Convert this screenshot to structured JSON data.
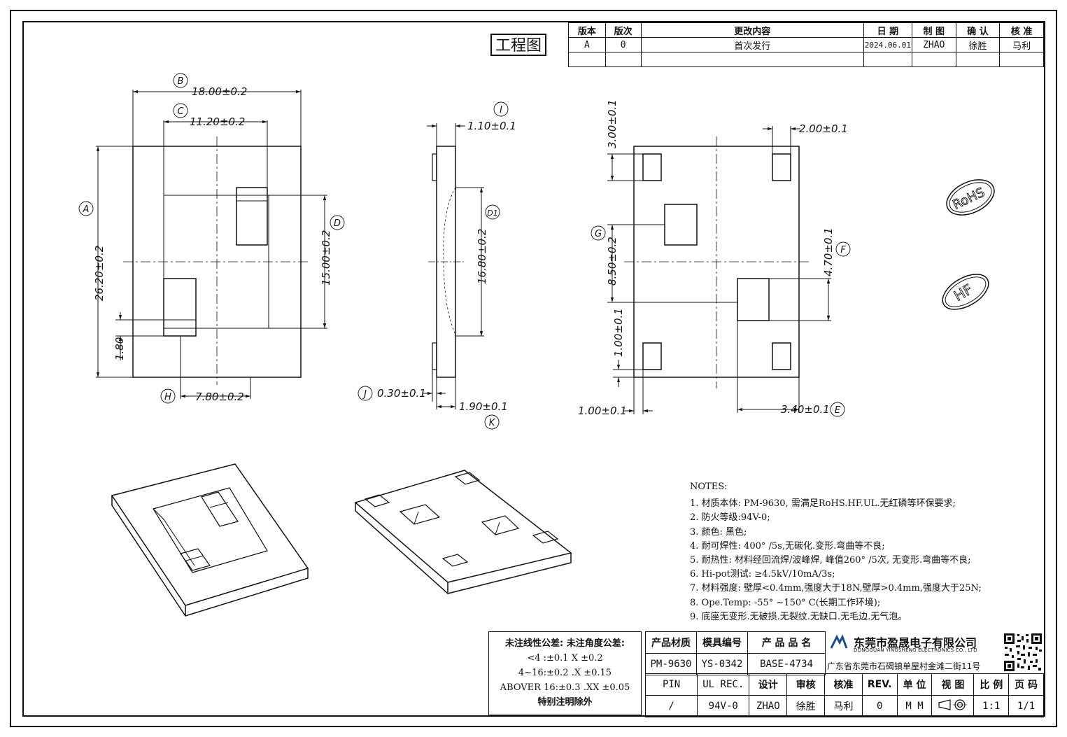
{
  "title": "工程图",
  "revision_table": {
    "headers": [
      "版本",
      "版次",
      "更改内容",
      "日 期",
      "制 图",
      "确 认",
      "核 准"
    ],
    "row": [
      "A",
      "0",
      "首次发行",
      "2024.06.01",
      "ZHAO",
      "徐胜",
      "马利"
    ]
  },
  "dimensions": {
    "B": "18.00±0.2",
    "C": "11.20±0.2",
    "A": "26.20±0.2",
    "D": "15.00±0.2",
    "H": "7.80±0.2",
    "h180": "1.80",
    "I": "1.10±0.1",
    "D1": "16.80±0.2",
    "J": "0.30±0.1",
    "K": "1.90±0.1",
    "top300": "3.00±0.1",
    "top200": "2.00±0.1",
    "G": "8.50±0.2",
    "F": "4.70±0.1",
    "v100": "1.00±0.1",
    "h100": "1.00±0.1",
    "E": "3.40±0.1"
  },
  "labels": {
    "A": "A",
    "B": "B",
    "C": "C",
    "D": "D",
    "D1": "D1",
    "E": "E",
    "F": "F",
    "G": "G",
    "H": "H",
    "I": "I",
    "J": "J",
    "K": "K"
  },
  "stamps": {
    "rohs": "RoHS",
    "hf": "HF"
  },
  "notes": {
    "heading": "NOTES:",
    "items": [
      "1. 材质本体: PM-9630, 需满足RoHS.HF.UL.无红磷等环保要求;",
      "2. 防火等级:94V-0;",
      "3. 颜色: 黑色;",
      "4. 耐可焊性: 400° /5s,无碳化.变形.弯曲等不良;",
      "5. 耐热性: 材料经回流焊/波峰焊, 峰值260° /5次, 无变形.弯曲等不良;",
      "6. Hi-pot测试: ≥4.5kV/10mA/3s;",
      "7. 材料强度: 壁厚<0.4mm,强度大于18N,壁厚>0.4mm,强度大于25N;",
      "8. Ope.Temp: -55° ~150° C(长期工作环境);",
      "9. 底座无变形.无破损.无裂纹.无缺口.无毛边.无气泡。"
    ]
  },
  "tolerance": {
    "line1": "未注线性公差: 未注角度公差:",
    "line2": "<4 :±0.1  X ±0.2",
    "line3": "4~16:±0.2  .X ±0.15",
    "line4": "ABOVER 16:±0.3  .XX ±0.05",
    "line5": "特别注明除外"
  },
  "title_block": {
    "row1": [
      "产品材质",
      "模具编号",
      "产 品 品 名"
    ],
    "row2": [
      "PM-9630",
      "YS-0342",
      "BASE-4734"
    ],
    "row3": [
      "PIN",
      "UL REC.",
      "设计",
      "审核",
      "核准",
      "REV.",
      "单 位",
      "视 图",
      "比 例",
      "页 码"
    ],
    "row4": [
      "/",
      "94V-0",
      "ZHAO",
      "徐胜",
      "马利",
      "0",
      "M M",
      "",
      "1:1",
      "1/1"
    ]
  },
  "company": {
    "name": "东莞市盈晟电子有限公司",
    "name_en": "DONGGUAN YINGSHENG ELECTRONICS CO., LTD",
    "address": "广东省东莞市石碣镇单屋村金滩二街11号"
  }
}
